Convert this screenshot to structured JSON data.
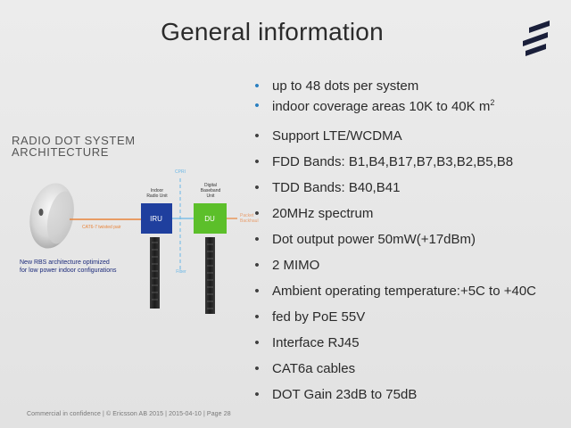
{
  "slide": {
    "title": "General information",
    "bullets": [
      {
        "text": "up to 48 dots per system",
        "style": "blue"
      },
      {
        "text": "indoor coverage areas 10K to 40K m",
        "sup": "2",
        "style": "blue"
      },
      {
        "text": "Support LTE/WCDMA",
        "style": "gray"
      },
      {
        "text": "FDD Bands: B1,B4,B17,B7,B3,B2,B5,B8",
        "style": "gray"
      },
      {
        "text": "TDD Bands: B40,B41",
        "style": "gray"
      },
      {
        "text": "20MHz spectrum",
        "style": "gray"
      },
      {
        "text": "Dot output power 50mW(+17dBm)",
        "style": "gray"
      },
      {
        "text": "2 MIMO",
        "style": "gray"
      },
      {
        "text": "Ambient operating temperature:+5C to +40C",
        "style": "gray"
      },
      {
        "text": "fed by PoE 55V",
        "style": "gray"
      },
      {
        "text": "Interface RJ45",
        "style": "gray"
      },
      {
        "text": "CAT6a cables",
        "style": "gray"
      },
      {
        "text": "DOT Gain 23dB to 75dB",
        "style": "gray"
      }
    ],
    "bullet_glyph": "•",
    "footer": "Commercial in confidence  |  © Ericsson AB 2015  |  2015-04-10  |  Page 28"
  },
  "architecture": {
    "title_line1": "RADIO DOT SYSTEM",
    "title_line2": "ARCHITECTURE",
    "caption_line1": "New RBS architecture optimized",
    "caption_line2": "for low power indoor configurations",
    "cable_label": "CAT6-7 twisted pair",
    "iru_heading_line1": "Indoor",
    "iru_heading_line2": "Radio Unit",
    "iru_box": "IRU",
    "du_heading_line1": "Digital",
    "du_heading_line2": "Baseband",
    "du_heading_line3": "Unit",
    "du_box": "DU",
    "cpri_label": "CPRI",
    "fiber_label": "Fiber",
    "backhaul_line1": "Packet",
    "backhaul_line2": "Backhaul"
  },
  "colors": {
    "accent_blue": "#2a7fc0",
    "iru_blue": "#1f3f9e",
    "du_green": "#5cbf2a",
    "cable_orange": "#e8843a",
    "fiber_blue": "#6ab7e6",
    "caption_navy": "#1b2a7a"
  },
  "icons": {
    "logo": "ericsson-logo-icon",
    "radio_dot": "radio-dot-device-icon"
  }
}
